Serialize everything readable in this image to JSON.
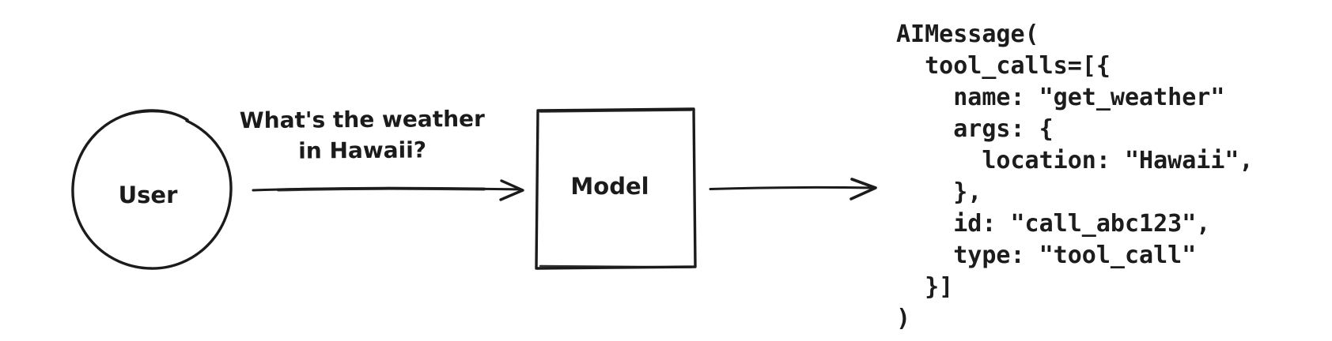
{
  "diagram": {
    "nodes": {
      "user": {
        "label": "User",
        "shape": "circle"
      },
      "model": {
        "label": "Model",
        "shape": "rectangle"
      }
    },
    "edges": {
      "user_to_model": {
        "label_lines": [
          "What's the weather",
          "in Hawaii?"
        ]
      },
      "model_to_output": {
        "label_lines": []
      }
    },
    "output": {
      "code_lines": [
        "AIMessage(",
        "  tool_calls=[{",
        "    name: \"get_weather\"",
        "    args: {",
        "      location: \"Hawaii\",",
        "    },",
        "    id: \"call_abc123\",",
        "    type: \"tool_call\"",
        "  }]",
        ")"
      ]
    },
    "colors": {
      "ink": "#1b1b1b",
      "background": "#ffffff"
    }
  }
}
